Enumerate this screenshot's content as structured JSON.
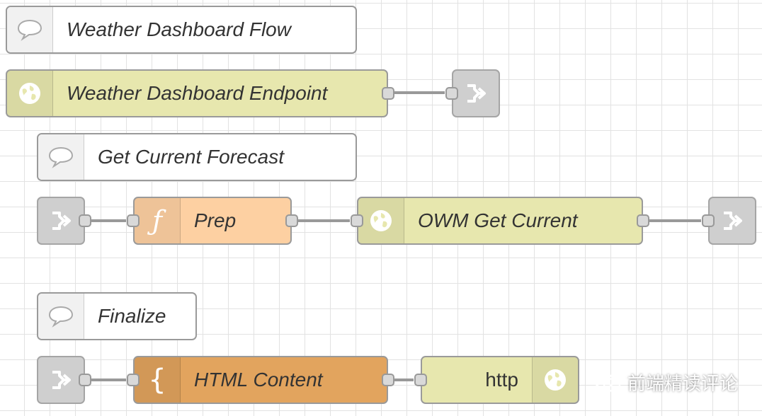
{
  "flow": {
    "comments": [
      {
        "label": "Weather Dashboard Flow",
        "icon": "comment-icon"
      },
      {
        "label": "Get Current Forecast",
        "icon": "comment-icon"
      },
      {
        "label": "Finalize",
        "icon": "comment-icon"
      }
    ],
    "nodes": {
      "endpoint": {
        "label": "Weather Dashboard Endpoint",
        "icon": "globe-icon",
        "color": "#e7e7ae"
      },
      "prep": {
        "label": "Prep",
        "icon": "function-icon",
        "glyph": "ƒ",
        "color": "#fdd0a2"
      },
      "owm": {
        "label": "OWM Get Current",
        "icon": "globe-icon",
        "color": "#e7e7ae"
      },
      "html_content": {
        "label": "HTML Content",
        "icon": "template-icon",
        "glyph": "{",
        "color": "#e2a45e"
      },
      "http": {
        "label": "http",
        "icon": "globe-icon",
        "color": "#e7e7ae"
      },
      "link_nodes": {
        "icon": "link-icon",
        "color": "#cfcfcf"
      }
    }
  },
  "watermark": {
    "text": "前端精读评论",
    "icon": "wechat-icon"
  }
}
